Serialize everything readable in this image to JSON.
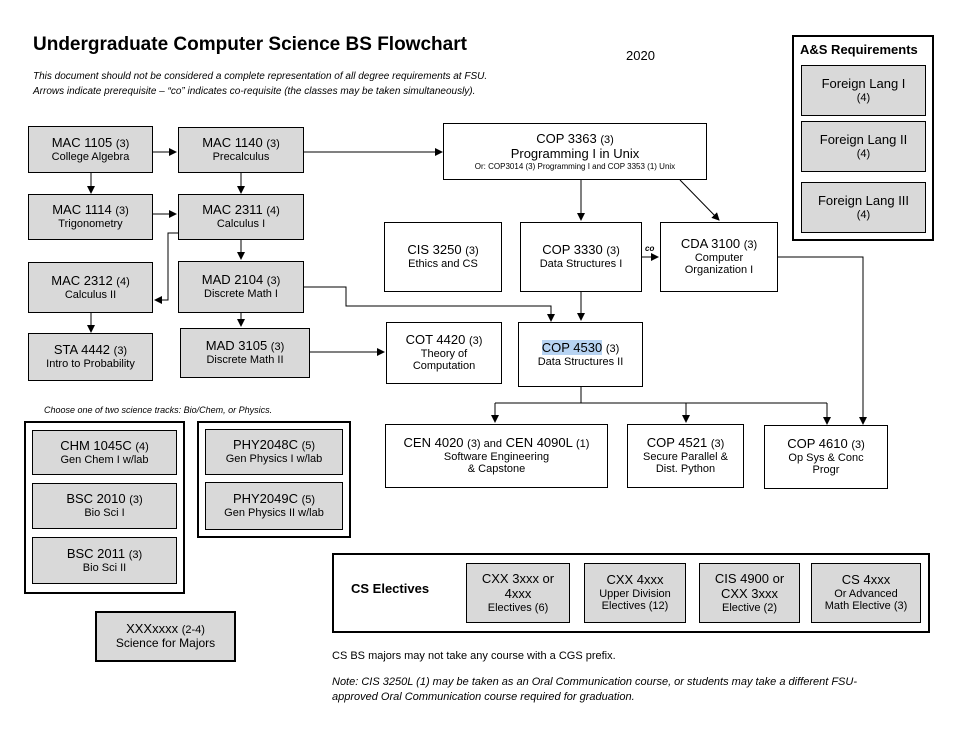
{
  "header": {
    "title": "Undergraduate Computer Science BS Flowchart",
    "year": "2020",
    "note1": "This document should not be considered a complete representation of all degree requirements at FSU.",
    "note2": "Arrows indicate prerequisite – “co” indicates co-requisite (the classes may be taken simultaneously)."
  },
  "courses": {
    "mac1105": {
      "code": "MAC 1105",
      "credits": "(3)",
      "name": "College Algebra"
    },
    "mac1140": {
      "code": "MAC 1140",
      "credits": "(3)",
      "name": "Precalculus"
    },
    "mac1114": {
      "code": "MAC 1114",
      "credits": "(3)",
      "name": "Trigonometry"
    },
    "mac2311": {
      "code": "MAC 2311",
      "credits": "(4)",
      "name": "Calculus I"
    },
    "mac2312": {
      "code": "MAC 2312",
      "credits": "(4)",
      "name": "Calculus II"
    },
    "mad2104": {
      "code": "MAD 2104",
      "credits": "(3)",
      "name": "Discrete Math I"
    },
    "sta4442": {
      "code": "STA 4442",
      "credits": "(3)",
      "name": "Intro to Probability"
    },
    "mad3105": {
      "code": "MAD 3105",
      "credits": "(3)",
      "name": "Discrete Math II"
    },
    "cop3363": {
      "code": "COP 3363",
      "credits": "(3)",
      "name": "Programming I in Unix",
      "alt": "Or: COP3014 (3) Programming I and COP 3353 (1) Unix"
    },
    "cis3250": {
      "code": "CIS 3250",
      "credits": "(3)",
      "name": "Ethics and CS"
    },
    "cop3330": {
      "code": "COP 3330",
      "credits": "(3)",
      "name": "Data Structures I"
    },
    "cda3100": {
      "code": "CDA 3100",
      "credits": "(3)",
      "name1": "Computer",
      "name2": "Organization I"
    },
    "cot4420": {
      "code": "COT 4420",
      "credits": "(3)",
      "name1": "Theory of",
      "name2": "Computation"
    },
    "cop4530": {
      "code": "COP 4530",
      "credits": "(3)",
      "name": "Data Structures II"
    },
    "cen4020": {
      "code1": "CEN 4020",
      "credits1": "(3) and",
      "code2": "CEN 4090L",
      "credits2": "(1)",
      "name1": "Software Engineering",
      "name2": "& Capstone"
    },
    "cop4521": {
      "code": "COP 4521",
      "credits": "(3)",
      "name1": "Secure Parallel &",
      "name2": "Dist. Python"
    },
    "cop4610": {
      "code": "COP 4610",
      "credits": "(3)",
      "name1": "Op Sys & Conc",
      "name2": "Progr"
    }
  },
  "co_label": "co",
  "as_requirements": {
    "title": "A&S Requirements",
    "items": [
      {
        "name": "Foreign Lang I",
        "credits": "(4)"
      },
      {
        "name": "Foreign Lang II",
        "credits": "(4)"
      },
      {
        "name": "Foreign Lang III",
        "credits": "(4)"
      }
    ]
  },
  "science": {
    "instruction": "Choose one of two science tracks: Bio/Chem, or Physics.",
    "biochem": [
      {
        "code": "CHM 1045C",
        "credits": "(4)",
        "name": "Gen Chem I w/lab"
      },
      {
        "code": "BSC 2010",
        "credits": "(3)",
        "name": "Bio Sci I"
      },
      {
        "code": "BSC 2011",
        "credits": "(3)",
        "name": "Bio Sci II"
      }
    ],
    "physics": [
      {
        "code": "PHY2048C",
        "credits": "(5)",
        "name": "Gen Physics I w/lab"
      },
      {
        "code": "PHY2049C",
        "credits": "(5)",
        "name": "Gen Physics II w/lab"
      }
    ],
    "majors": {
      "code": "XXXxxxx",
      "credits": "(2-4)",
      "name": "Science for Majors"
    }
  },
  "electives": {
    "title": "CS Electives",
    "items": [
      {
        "line1": "CXX 3xxx or",
        "line2": "4xxx",
        "line3": "Electives (6)"
      },
      {
        "line1": "CXX 4xxx",
        "line2": "Upper Division",
        "line3": "Electives (12)"
      },
      {
        "line1": "CIS 4900 or",
        "line2": "CXX 3xxx",
        "line3": "Elective (2)"
      },
      {
        "line1": "CS 4xxx",
        "line2": "Or Advanced",
        "line3": "Math Elective (3)"
      }
    ]
  },
  "footer": {
    "cgs_note": "CS BS majors may not take any course with a CGS prefix.",
    "oral_note1": "Note: CIS 3250L (1) may be taken as an Oral Communication course, or students may take a different FSU-",
    "oral_note2": "approved Oral Communication course required for graduation."
  }
}
